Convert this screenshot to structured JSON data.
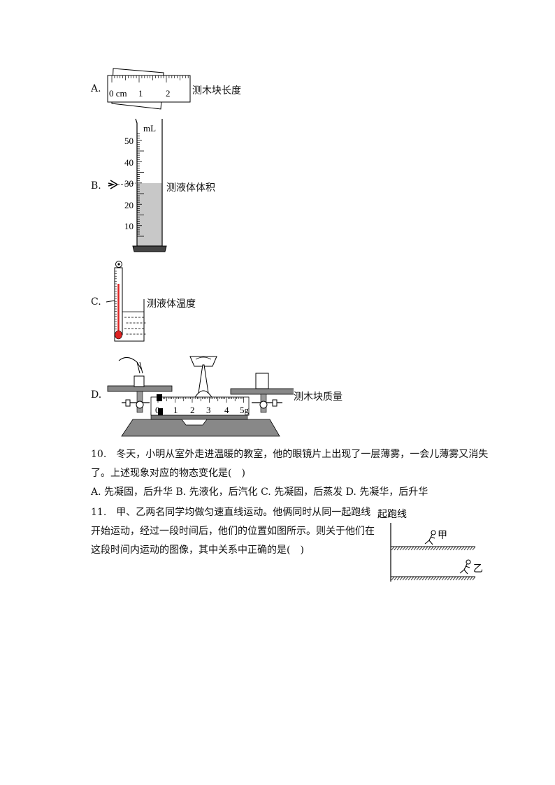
{
  "options_q9": {
    "A": {
      "letter": "A.",
      "caption": "测木块长度",
      "ruler_marks": [
        "0 cm",
        "1",
        "2"
      ]
    },
    "B": {
      "letter": "B.",
      "caption": "测液体体积",
      "unit": "mL",
      "scale": [
        "50",
        "40",
        "30",
        "20",
        "10"
      ]
    },
    "C": {
      "letter": "C.",
      "caption": "测液体温度"
    },
    "D": {
      "letter": "D.",
      "caption": "测木块质量",
      "scale": [
        "0",
        "1",
        "2",
        "3",
        "4",
        "5g"
      ]
    }
  },
  "q10": {
    "line1": "10.　冬天，小明从室外走进温暖的教室，他的眼镜片上出现了一层薄雾，一会儿薄雾又消失",
    "line2": "了。上述现象对应的物态变化是(　)",
    "options": "A. 先凝固，后升华  B. 先液化，后汽化  C. 先凝固，后蒸发  D. 先凝华，后升华"
  },
  "q11": {
    "line1": "11.　甲、乙两名同学均做匀速直线运动。他俩同时从同一起跑线",
    "line2": "开始运动，经过一段时间后，他们的位置如图所示。则关于他们在",
    "line3": "这段时间内运动的图像，其中关系中正确的是(　)",
    "figure": {
      "start_label": "起跑线",
      "runner_a": "甲",
      "runner_b": "乙"
    }
  }
}
